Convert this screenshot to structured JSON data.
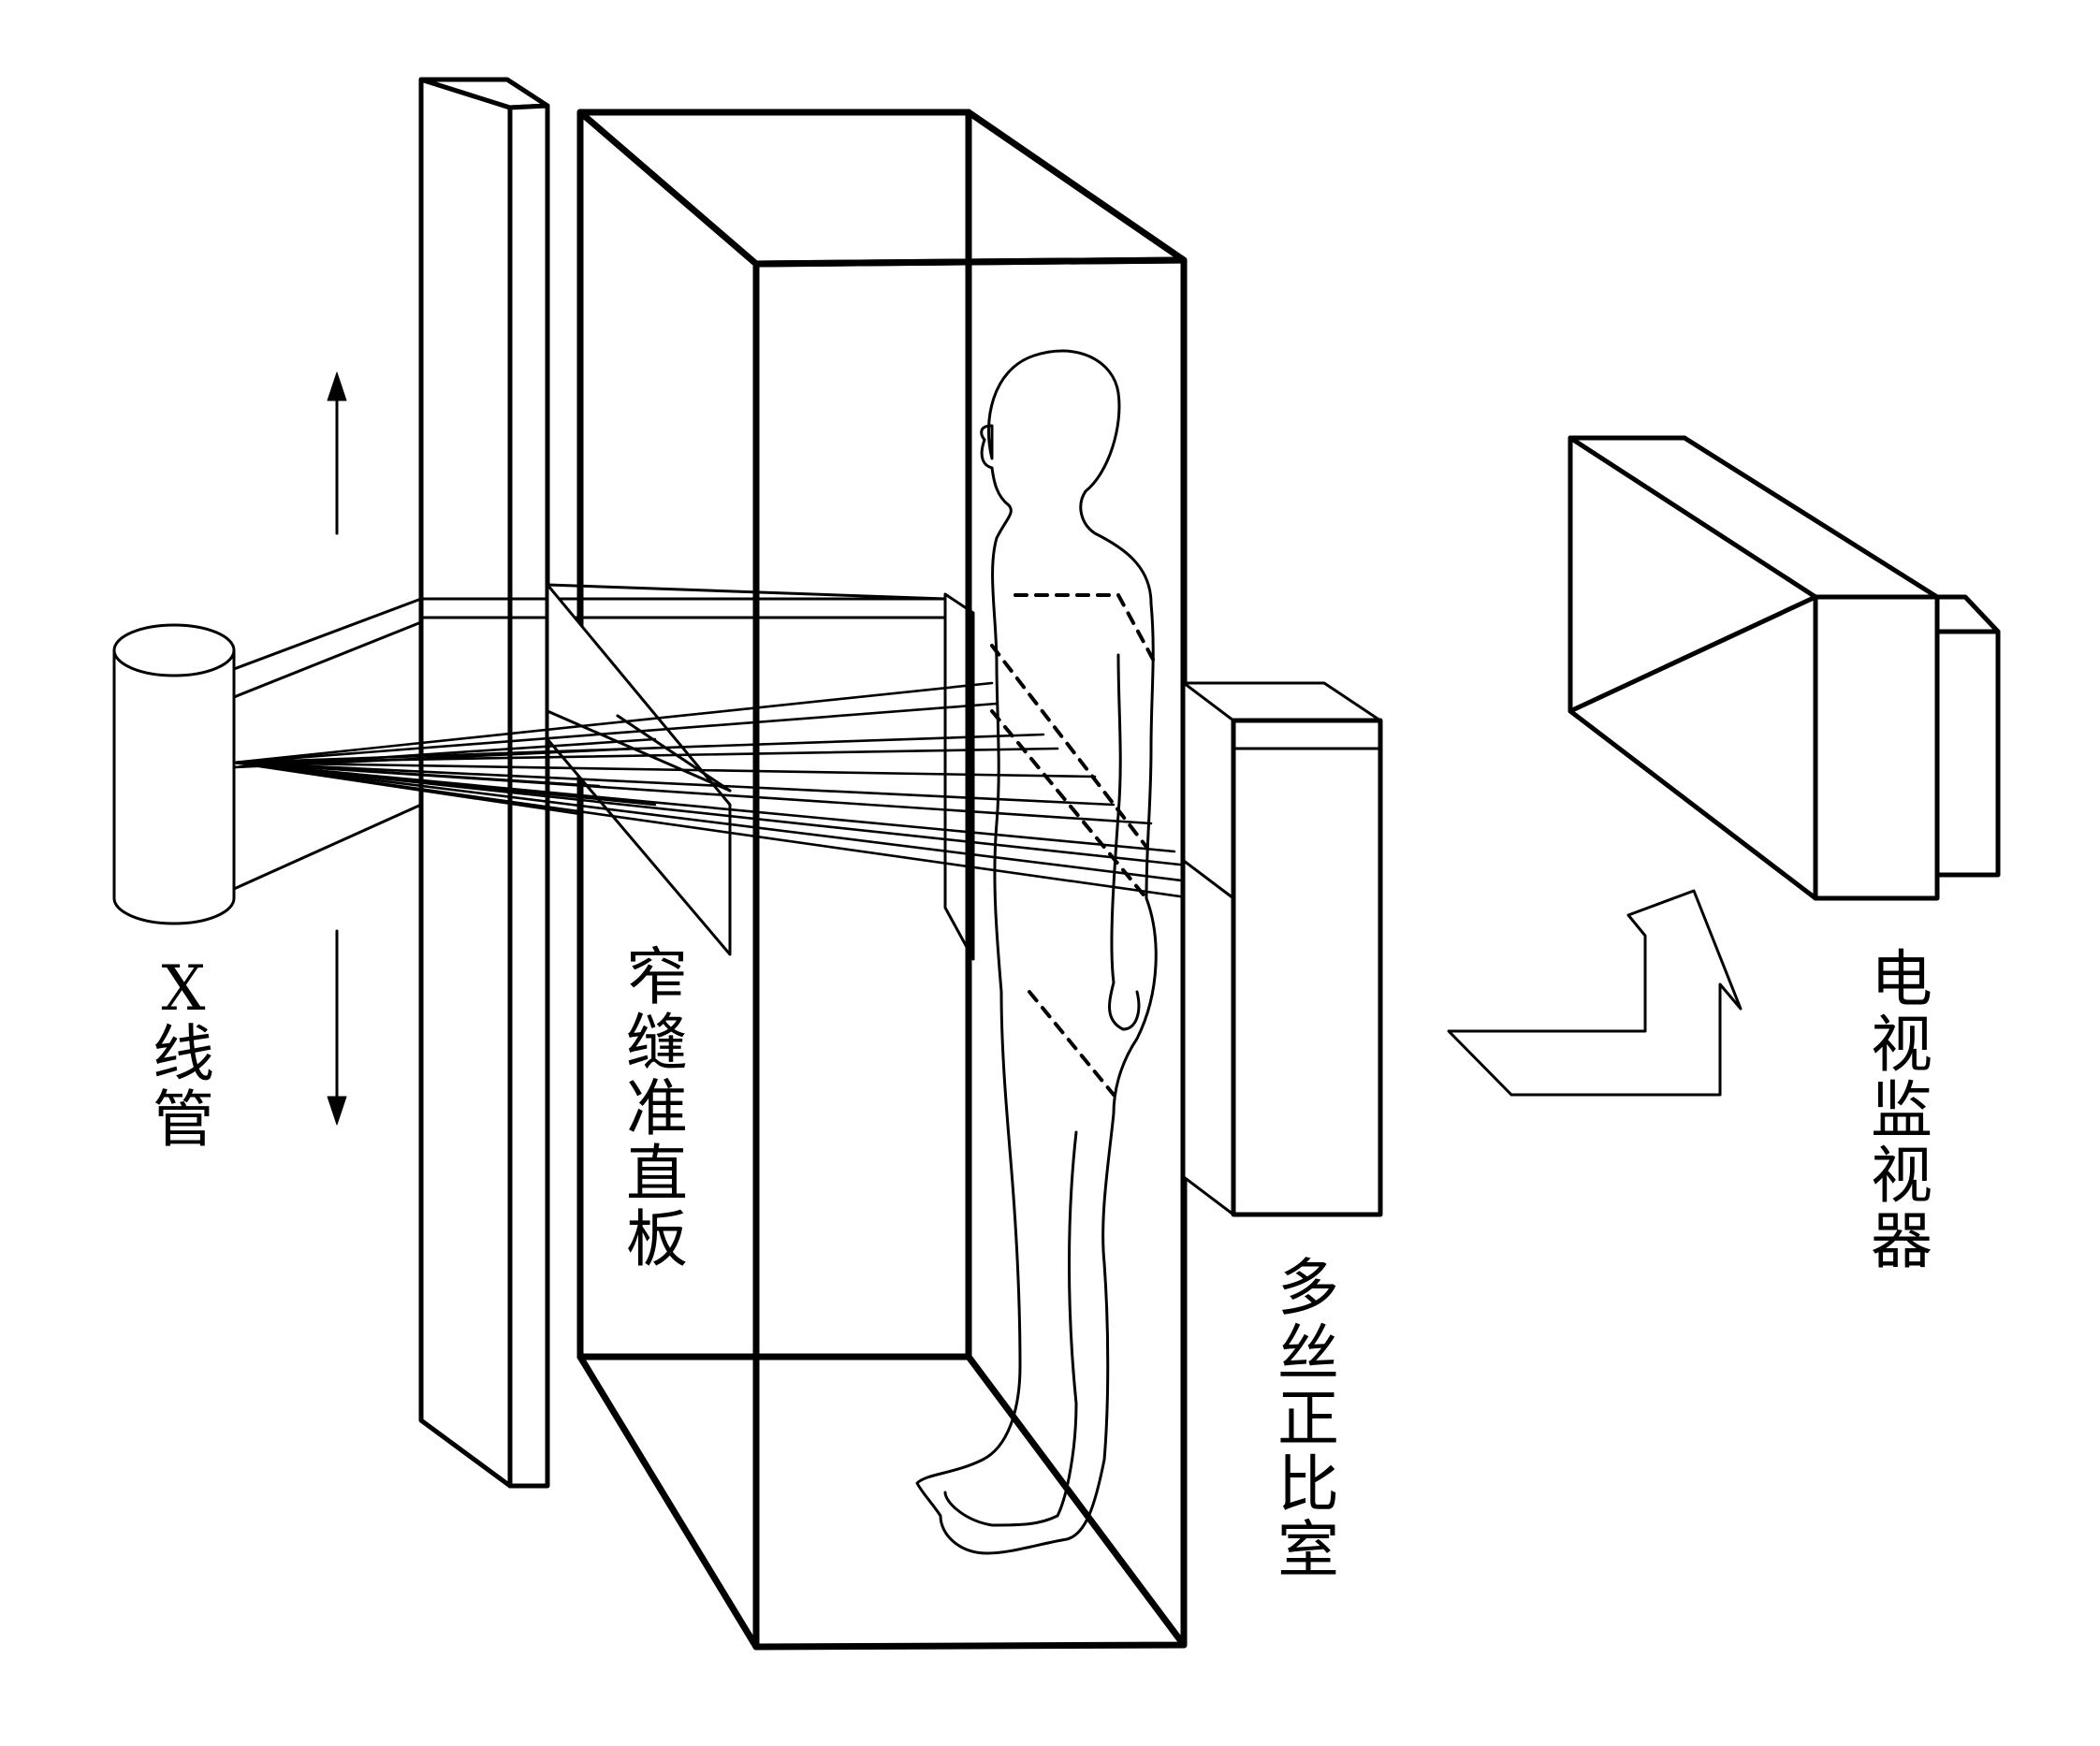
{
  "labels": {
    "xray_tube": "X\n线\n管",
    "slit_collimator": "窄\n缝\n准\n直\n板",
    "multiwire_chamber": "多\n丝\n正\n比\n室",
    "tv_monitor": "电\n视\n监\n视\n器"
  },
  "colors": {
    "line": "#000000",
    "background": "#ffffff"
  }
}
